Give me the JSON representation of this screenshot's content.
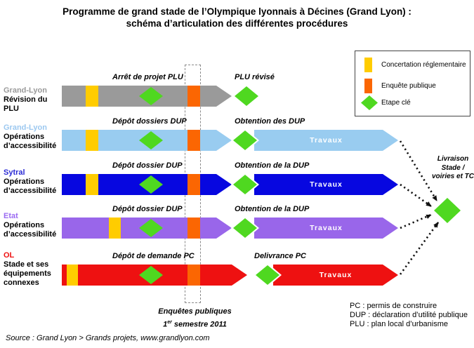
{
  "title": {
    "line1": "Programme de grand stade de l’Olympique lyonnais à Décines (Grand Lyon) :",
    "line2": "schéma d’articulation des différentes procédures"
  },
  "legend": {
    "items": [
      {
        "label": "Concertation réglementaire",
        "color": "#FFCC00"
      },
      {
        "label": "Enquête publique",
        "color": "#FB6602"
      },
      {
        "label": "Etape clé",
        "color": "#4FD820"
      }
    ]
  },
  "colors": {
    "yellow": "#FFCC00",
    "orange": "#FB6602",
    "green": "#4FD820",
    "arrow_text": "#FFFFFF"
  },
  "rows": [
    {
      "org": "Grand-Lyon",
      "org_color": "#9A9A9A",
      "bar_color": "#9A9A9A",
      "name_lines": [
        "Révision du PLU"
      ],
      "milestone1": "Arrêt de projet PLU",
      "milestone2": "PLU révisé",
      "travaux": null
    },
    {
      "org": "Grand-Lyon",
      "org_color": "#9CC8F0",
      "bar_color": "#99CCF0",
      "name_lines": [
        "Opérations",
        "d’accessibilité"
      ],
      "milestone1": "Dépôt dossiers DUP",
      "milestone2": "Obtention des DUP",
      "travaux": "Travaux"
    },
    {
      "org": "Sytral",
      "org_color": "#2B2BD5",
      "bar_color": "#0707E0",
      "name_lines": [
        "Opérations",
        "d’accessibilité"
      ],
      "milestone1": "Dépôt dossier DUP",
      "milestone2": "Obtention de la DUP",
      "travaux": "Travaux"
    },
    {
      "org": "Etat",
      "org_color": "#9B6BF2",
      "bar_color": "#9966EA",
      "name_lines": [
        "Opérations",
        "d’accessibilité"
      ],
      "milestone1": "Dépôt dossier DUP",
      "milestone2": "Obtention de la DUP",
      "travaux": "Travaux"
    },
    {
      "org": "OL",
      "org_color": "#EE1111",
      "bar_color": "#EE1111",
      "name_lines": [
        "Stade et ses",
        "équipements",
        "connexes"
      ],
      "milestone1": "Dépôt de demande PC",
      "milestone2": "Delivrance PC",
      "travaux": "Travaux"
    }
  ],
  "final_milestone": {
    "label_lines": [
      "Livraison",
      "Stade /",
      "voiries et TC"
    ]
  },
  "enquetes": {
    "line1": "Enquêtes publiques",
    "year_prefix": "1",
    "year_sup": "er",
    "year_rest": " semestre 2011"
  },
  "abbreviations": [
    "PC : permis de construire",
    "DUP : déclaration d’utilité publique",
    "PLU : plan local d’urbanisme"
  ],
  "source": "Source : Grand Lyon > Grands projets, www.grandlyon.com"
}
